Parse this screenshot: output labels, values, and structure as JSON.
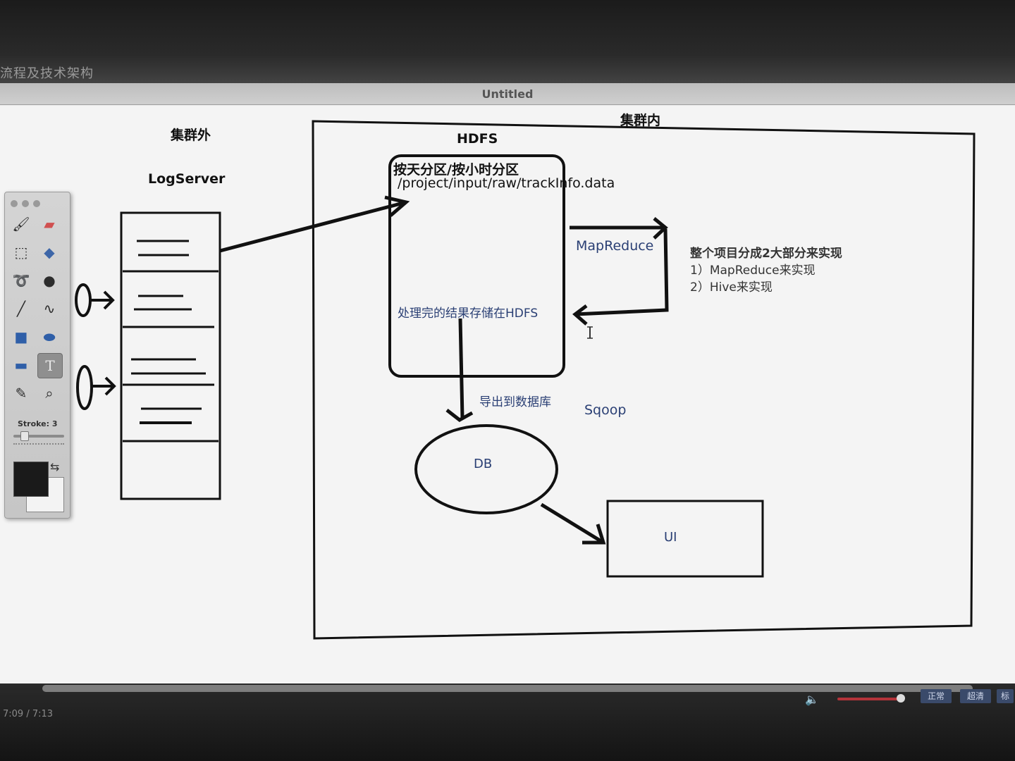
{
  "video": {
    "title_fragment": "流程及技术架构",
    "time_label": "7:09 / 7:13"
  },
  "app": {
    "title": "Untitled"
  },
  "tool_palette": {
    "tools": [
      "brush-icon",
      "eraser-icon",
      "rect-select-icon",
      "fill-bucket-icon",
      "lasso-icon",
      "bomb-icon",
      "line-icon",
      "curve-icon",
      "rectangle-icon",
      "ellipse-icon",
      "rounded-rect-icon",
      "text-icon",
      "eyedropper-icon",
      "magnifier-icon"
    ],
    "stroke_label": "Stroke: 3",
    "active_tool": "text-icon"
  },
  "diagram": {
    "outside_cluster": "集群外",
    "log_server": "LogServer",
    "inside_cluster": "集群内",
    "hdfs": "HDFS",
    "hdfs_partition": "按天分区/按小时分区",
    "hdfs_path": "/project/input/raw/trackInfo.data",
    "mapreduce": "MapReduce",
    "processed_result": "处理完的结果存储在HDFS",
    "export_to_db": "导出到数据库",
    "sqoop": "Sqoop",
    "db": "DB",
    "ui": "UI",
    "notes": {
      "title": "整个项目分成2大部分来实现",
      "line1": "1）MapReduce来实现",
      "line2": "2）Hive来实现"
    }
  },
  "player_controls": {
    "btn1": "正常",
    "btn2": "超清",
    "btn3": "标"
  }
}
